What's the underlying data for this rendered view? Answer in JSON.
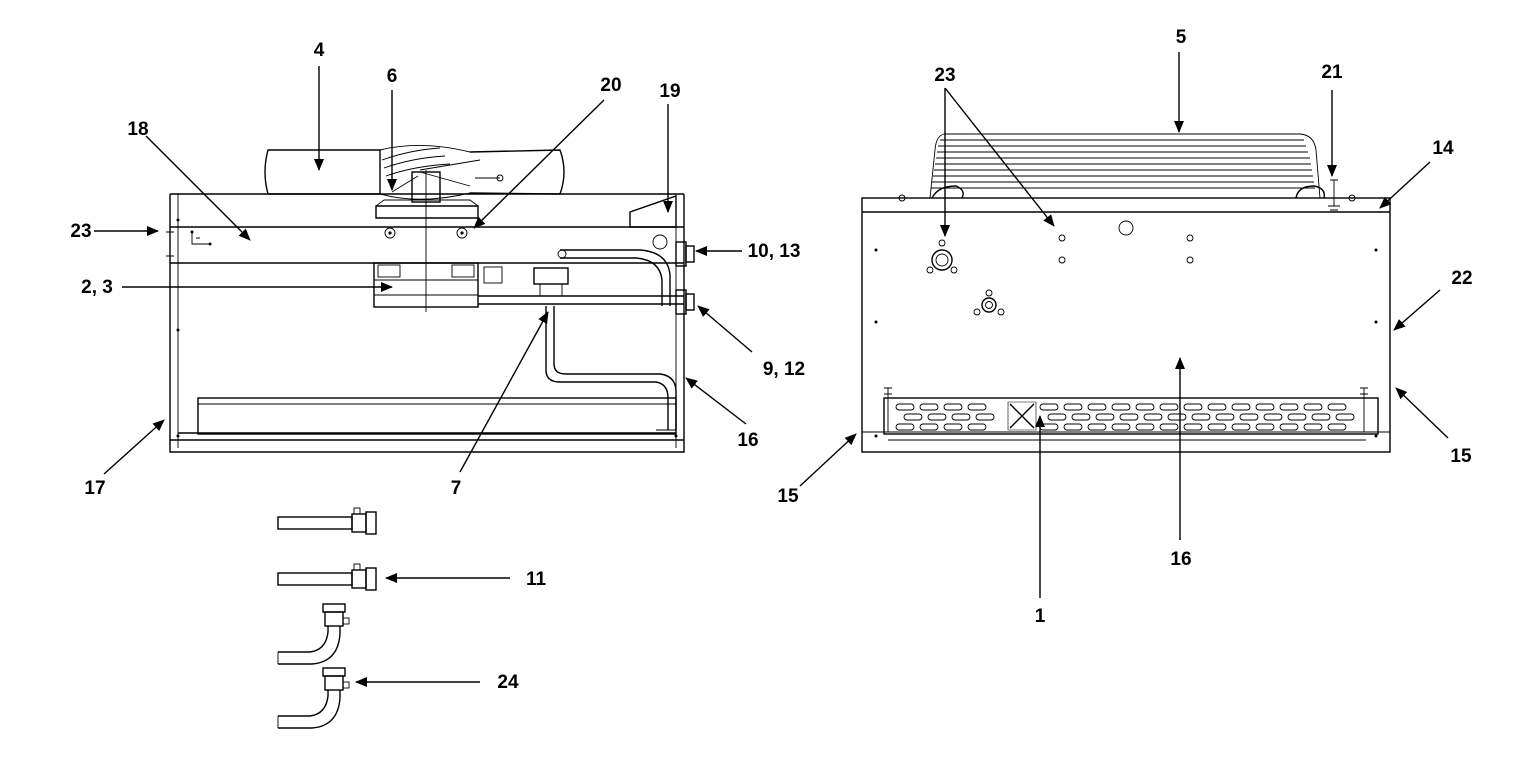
{
  "diagram": {
    "callouts": [
      {
        "id": "c4",
        "label": "4"
      },
      {
        "id": "c6",
        "label": "6"
      },
      {
        "id": "c20",
        "label": "20"
      },
      {
        "id": "c19",
        "label": "19"
      },
      {
        "id": "c18",
        "label": "18"
      },
      {
        "id": "c23a",
        "label": "23"
      },
      {
        "id": "c1013",
        "label": "10, 13"
      },
      {
        "id": "c23",
        "label": "2, 3"
      },
      {
        "id": "c912",
        "label": "9, 12"
      },
      {
        "id": "c16a",
        "label": "16"
      },
      {
        "id": "c17",
        "label": "17"
      },
      {
        "id": "c7",
        "label": "7"
      },
      {
        "id": "c11",
        "label": "11"
      },
      {
        "id": "c24",
        "label": "24"
      },
      {
        "id": "c5",
        "label": "5"
      },
      {
        "id": "c23b",
        "label": "23"
      },
      {
        "id": "c21",
        "label": "21"
      },
      {
        "id": "c14",
        "label": "14"
      },
      {
        "id": "c22",
        "label": "22"
      },
      {
        "id": "c15a",
        "label": "15"
      },
      {
        "id": "c15b",
        "label": "15"
      },
      {
        "id": "c16b",
        "label": "16"
      },
      {
        "id": "c1",
        "label": "1"
      }
    ]
  }
}
